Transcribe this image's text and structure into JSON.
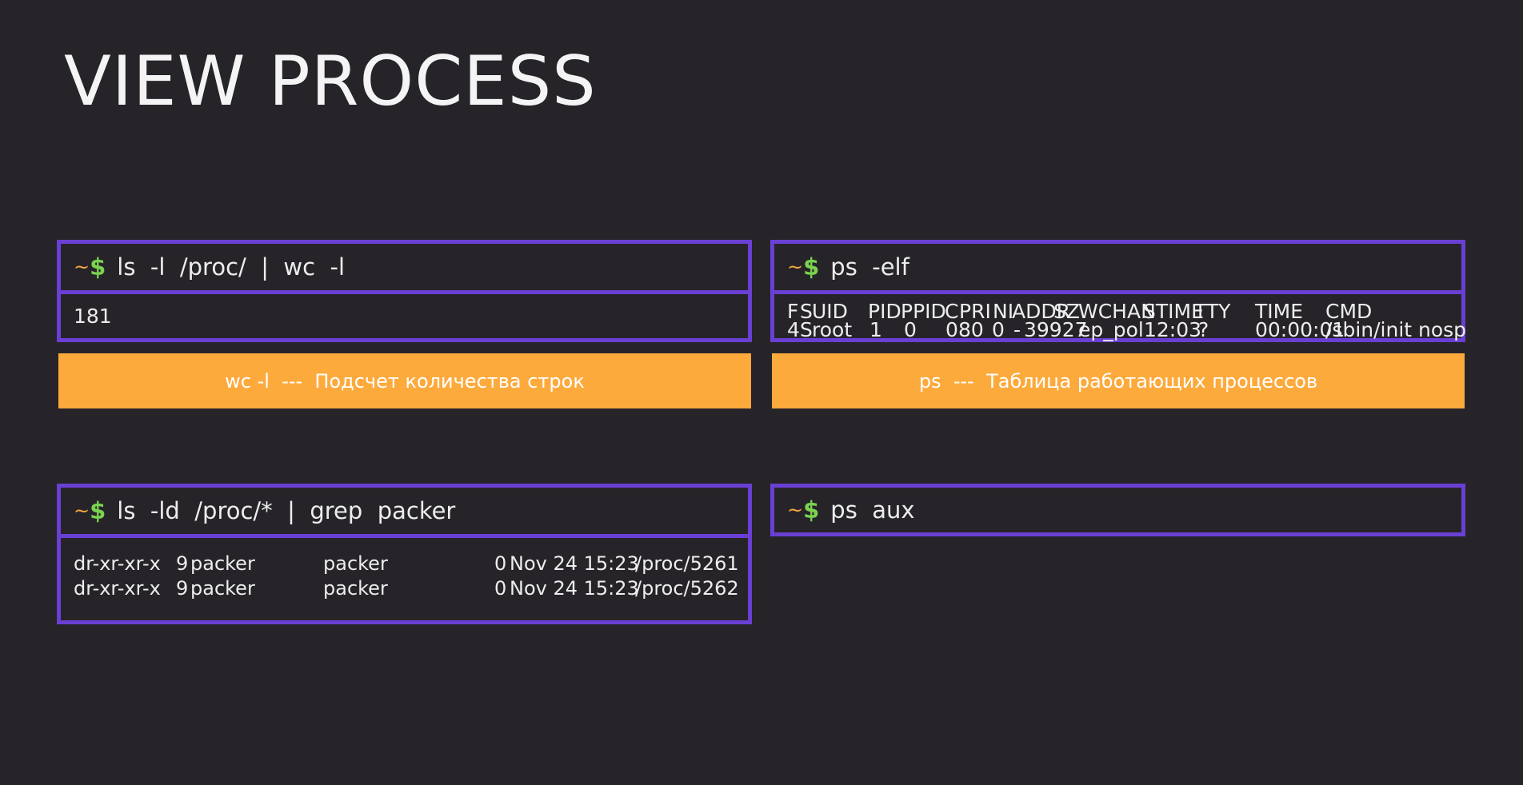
{
  "title": "VIEW PROCESS",
  "prompt": {
    "tilde": "~",
    "dollar": "$"
  },
  "box1": {
    "command": "ls  -l  /proc/  |  wc  -l",
    "output": "181"
  },
  "band1": "wc -l  ---  Подсчет количества строк",
  "box2": {
    "command": "ps  -elf",
    "headers": [
      "F",
      "S",
      "UID",
      "PID",
      "PPID",
      "C",
      "PRI",
      "NI",
      "ADDR",
      "SZ",
      "WCHAN",
      "STIME",
      "TTY",
      "TIME",
      "CMD"
    ],
    "row": [
      "4",
      "S",
      "root",
      "1",
      "0",
      "0",
      "80",
      "0",
      "-",
      "39927",
      "ep_pol",
      "12:03",
      "?",
      "00:00:01",
      "/sbin/init nosp"
    ]
  },
  "band2": "ps  ---  Таблица работающих процессов",
  "box3": {
    "command": "ls  -ld  /proc/*  |  grep  packer",
    "rows": [
      [
        "dr-xr-xr-x",
        "9",
        "packer",
        "packer",
        "0",
        "Nov 24 15:23",
        "/proc/5261"
      ],
      [
        "dr-xr-xr-x",
        "9",
        "packer",
        "packer",
        "0",
        "Nov 24 15:23",
        "/proc/5262"
      ]
    ]
  },
  "box4": {
    "command": "ps  aux"
  },
  "colors": {
    "background": "#262429",
    "border": "#6a3fd3",
    "band": "#fdaa3d",
    "tilde": "#f4a640",
    "dollar": "#7bd24f"
  }
}
